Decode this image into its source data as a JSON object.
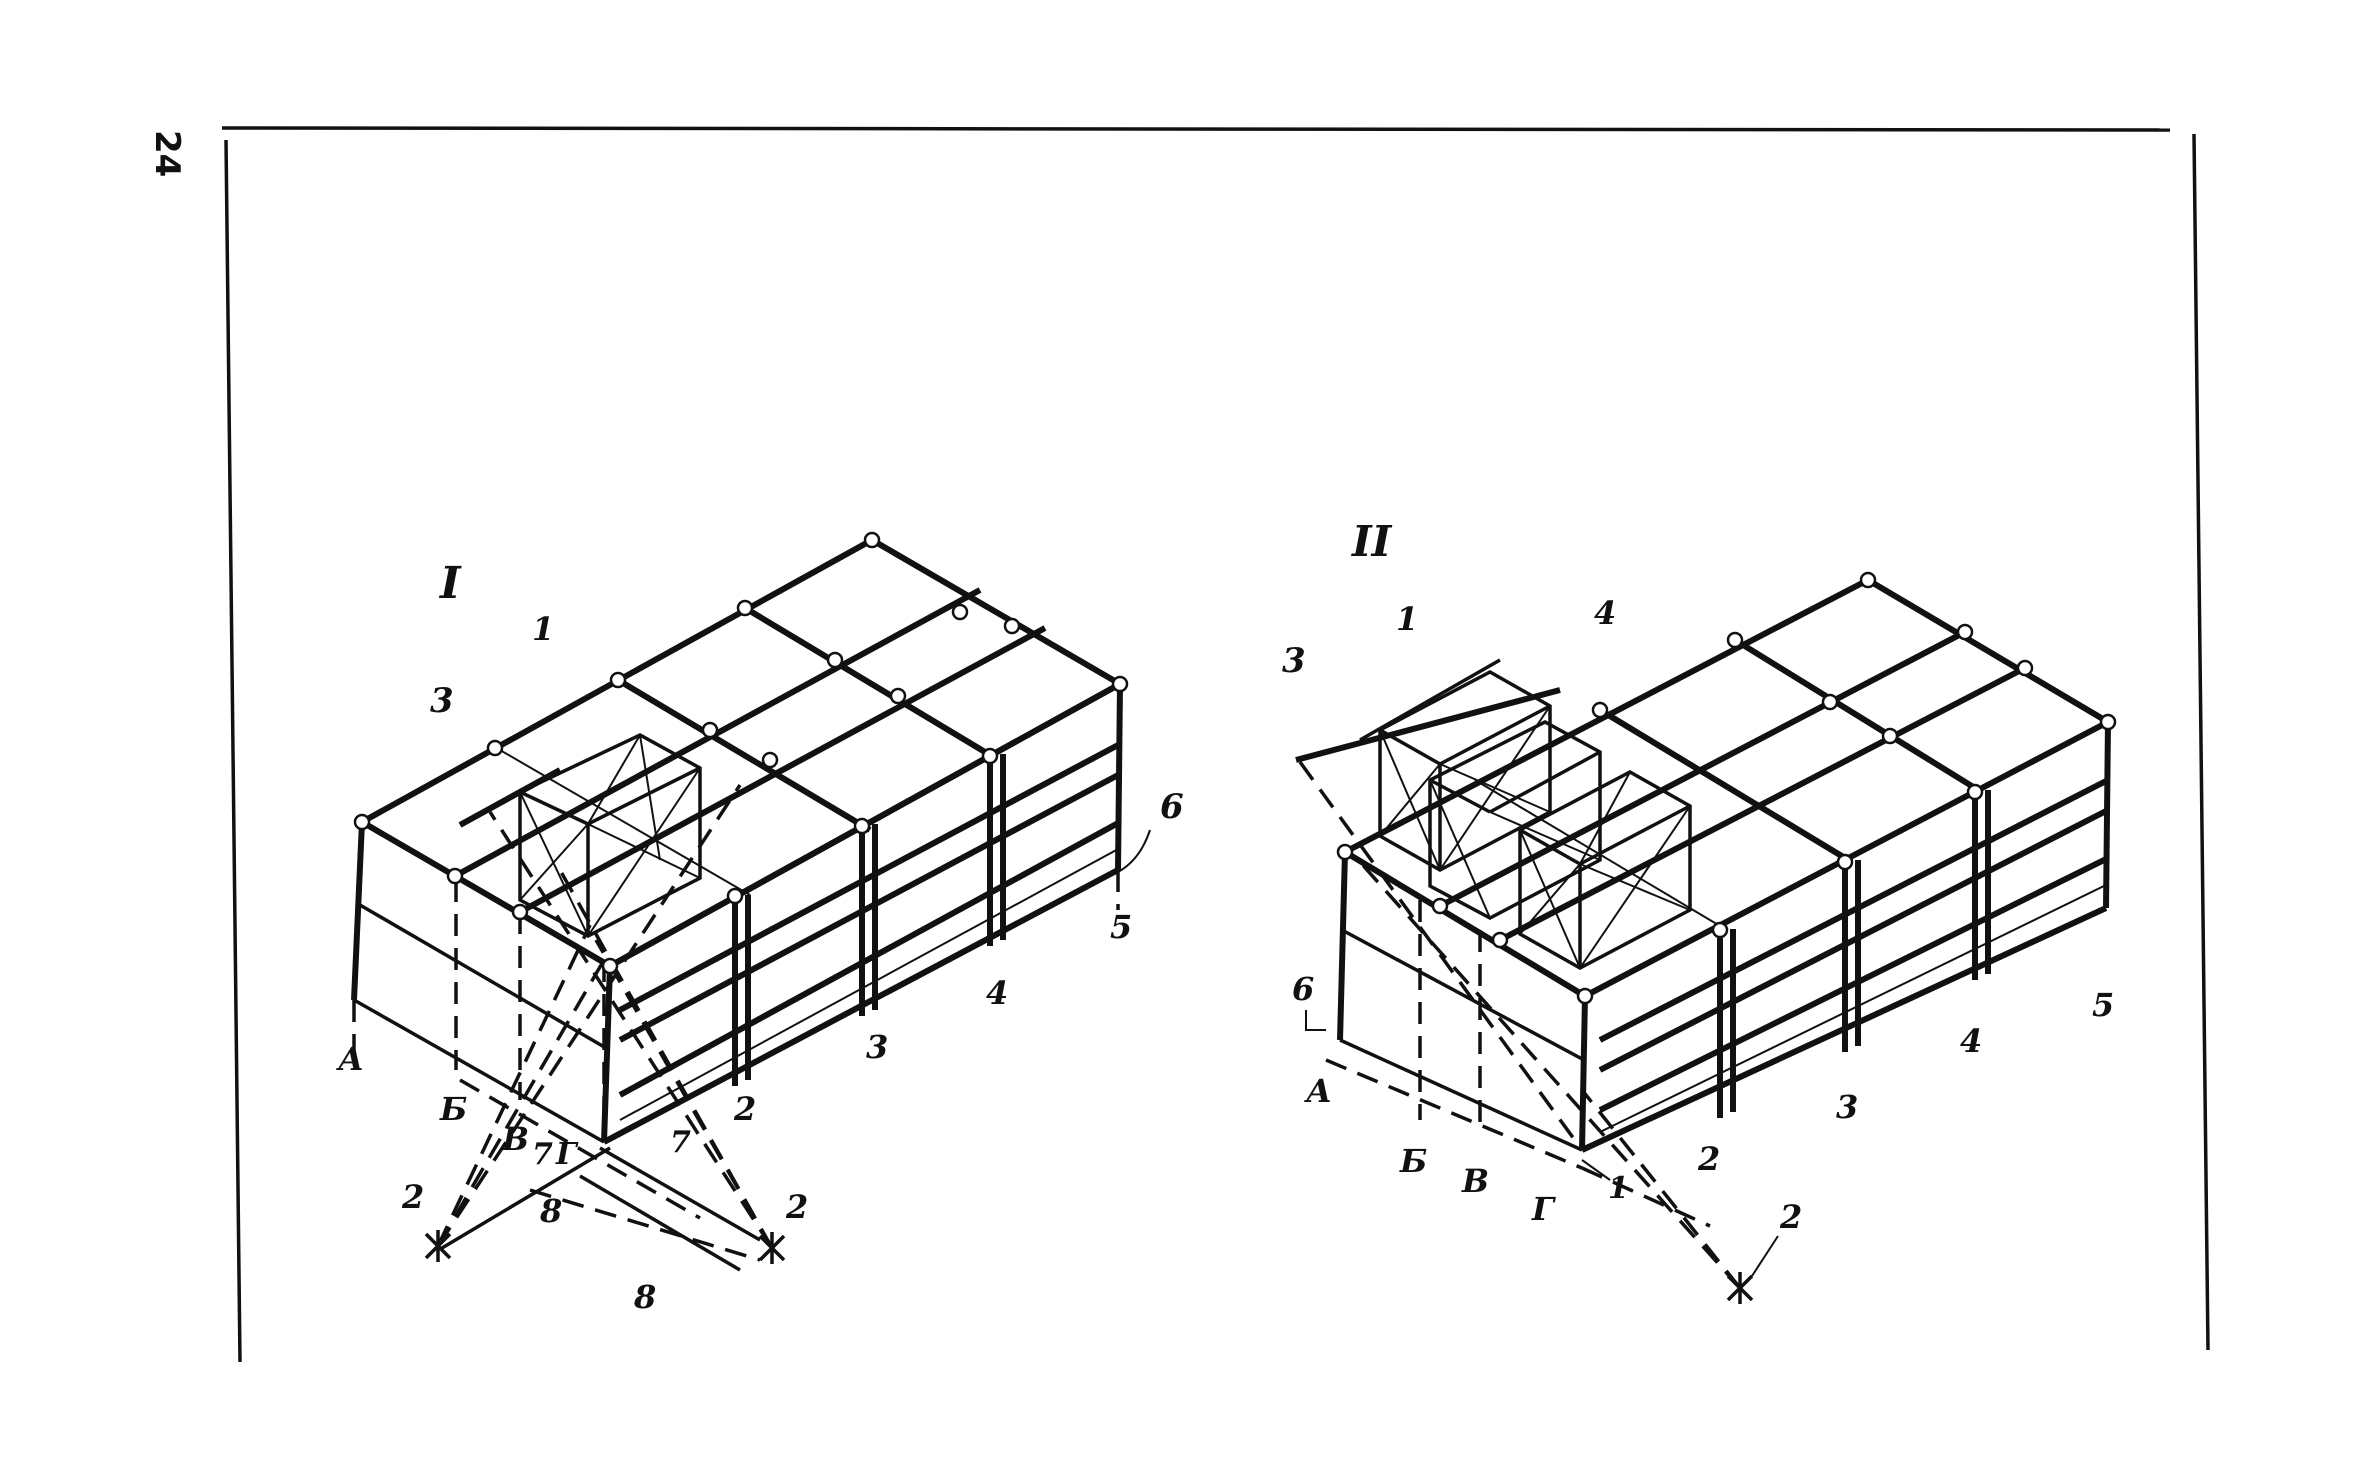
{
  "page_number": "24",
  "figure_I": {
    "title": "I",
    "label_1": "1",
    "label_2a": "2",
    "label_2b": "2",
    "label_3": "3",
    "label_6": "6",
    "label_7a": "7",
    "label_7b": "7",
    "label_8a": "8",
    "label_8b": "8",
    "axes_letters": [
      "А",
      "Б",
      "В",
      "Г"
    ],
    "axes_numbers": [
      "2",
      "3",
      "4",
      "5"
    ]
  },
  "figure_II": {
    "title": "II",
    "label_1": "1",
    "label_1b": "1",
    "label_2": "2",
    "label_3": "3",
    "label_4": "4",
    "label_6": "6",
    "axes_letters": [
      "А",
      "Б",
      "В",
      "Г"
    ],
    "axes_numbers": [
      "2",
      "3",
      "4",
      "5"
    ]
  }
}
